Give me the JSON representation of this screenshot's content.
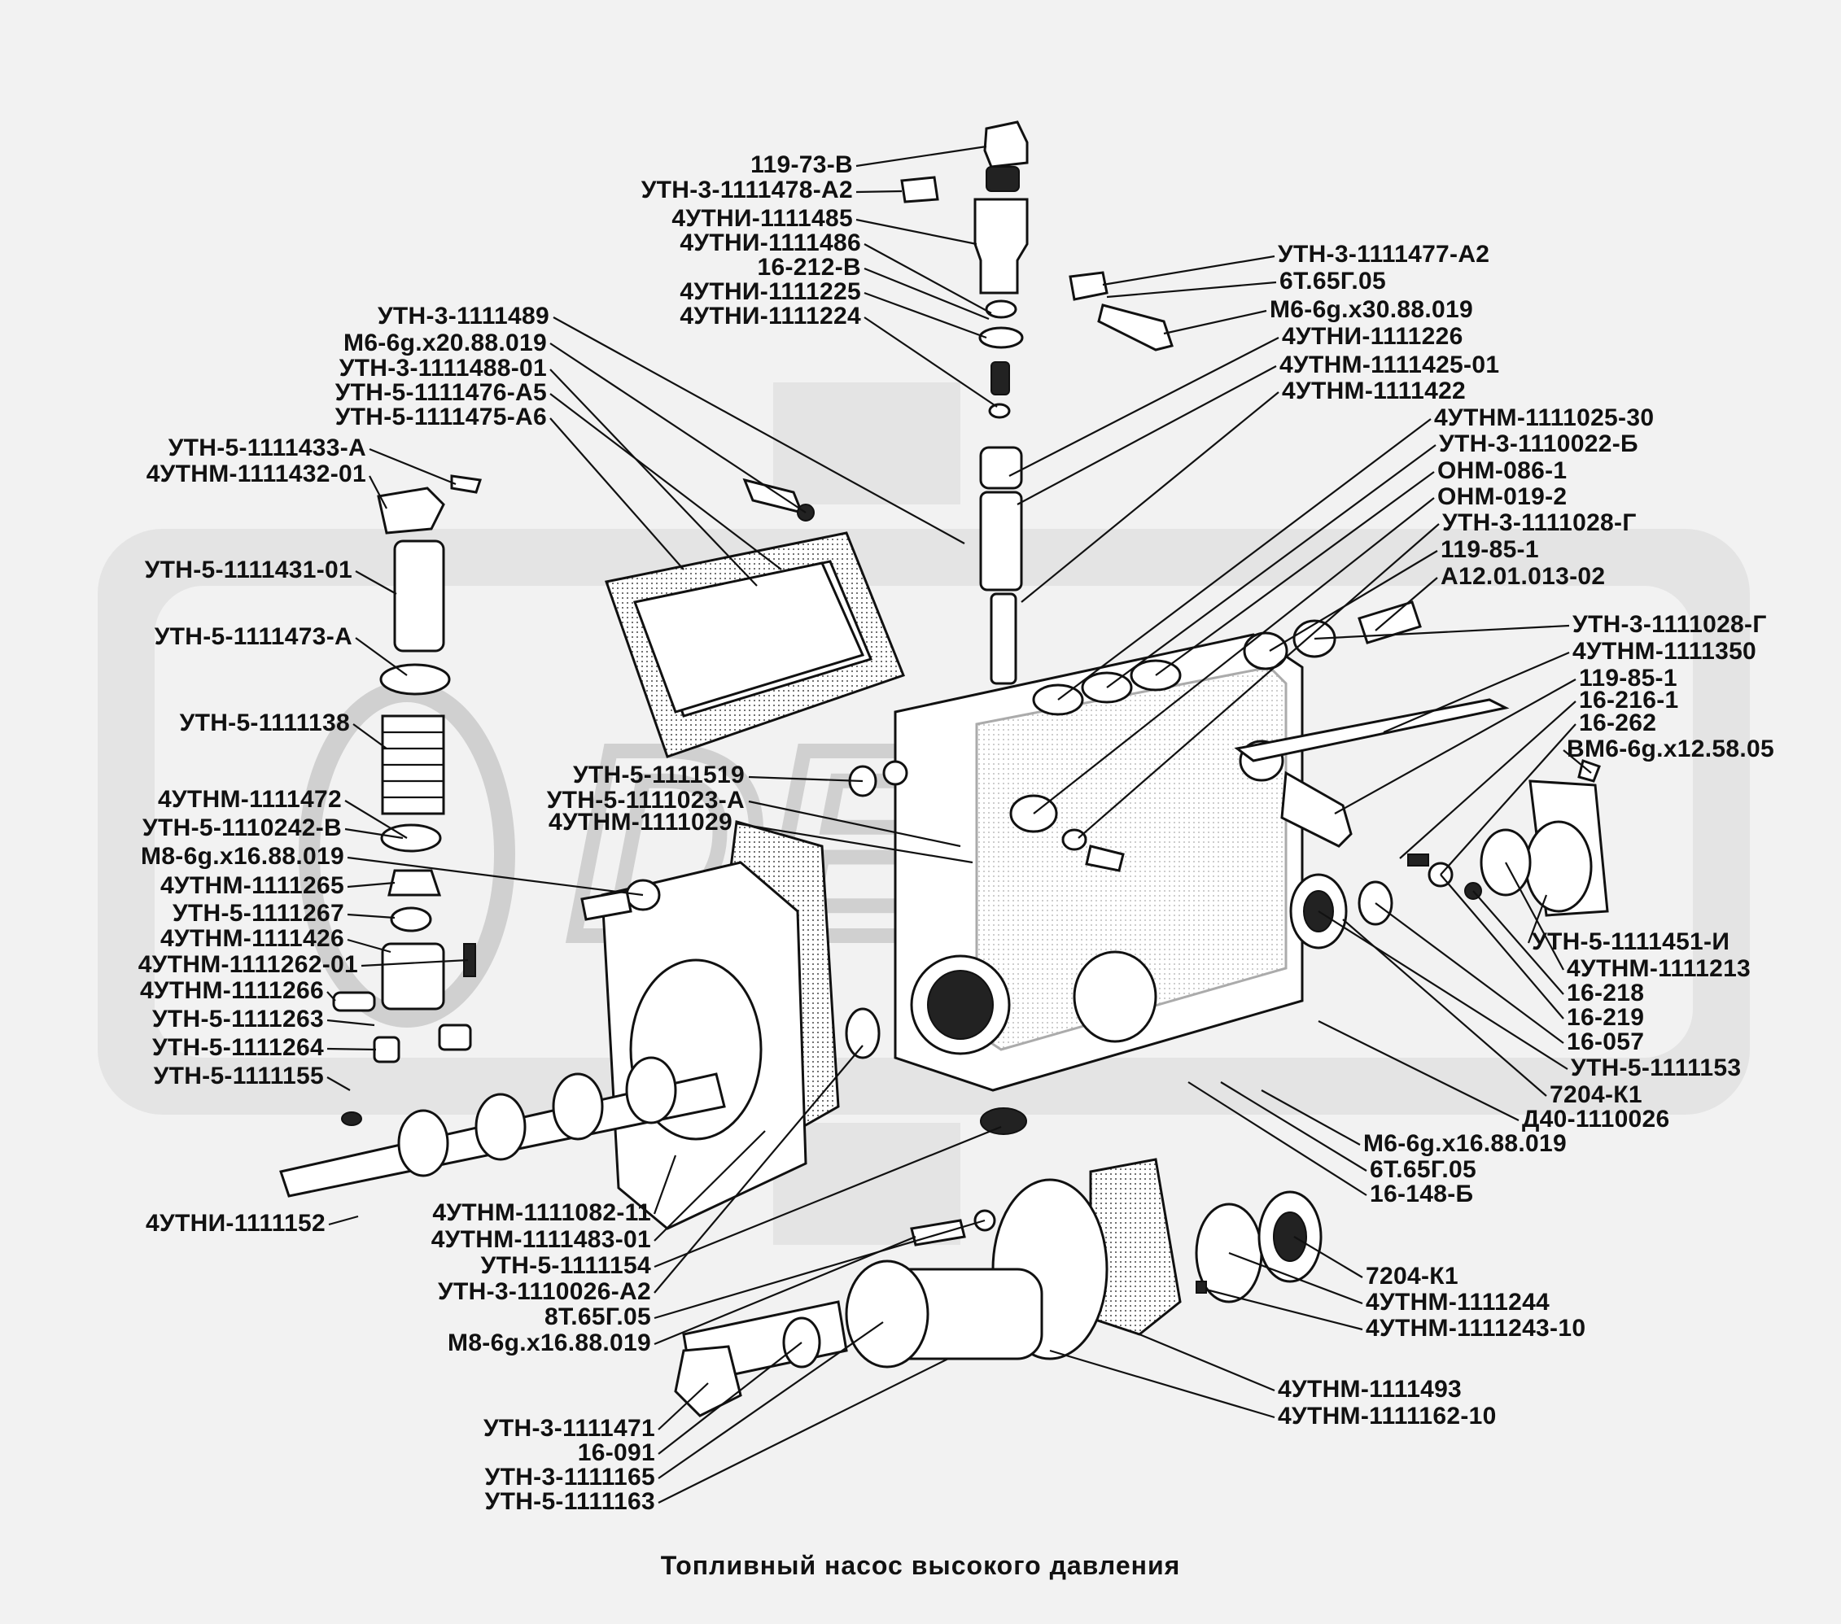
{
  "caption": "Топливный насос высокого давления",
  "labels_left_top": [
    "119-73-В",
    "УТН-3-1111478-А2",
    "4УТНИ-1111485",
    "4УТНИ-1111486",
    "16-212-В",
    "4УТНИ-1111225",
    "4УТНИ-1111224"
  ],
  "labels_left_mid": [
    "УТН-3-1111489",
    "М6-6g.x20.88.019",
    "УТН-3-1111488-01",
    "УТН-5-1111476-А5",
    "УТН-5-1111475-А6"
  ],
  "labels_left_col": [
    "УТН-5-1111433-А",
    "4УТНМ-1111432-01",
    "УТН-5-1111431-01",
    "УТН-5-1111473-А",
    "УТН-5-1111138",
    "4УТНМ-1111472",
    "УТН-5-1110242-В",
    "М8-6g.x16.88.019",
    "4УТНМ-1111265",
    "УТН-5-1111267",
    "4УТНМ-1111426",
    "4УТНМ-1111262-01",
    "4УТНМ-1111266",
    "УТН-5-1111263",
    "УТН-5-1111264",
    "УТН-5-1111155"
  ],
  "labels_center": [
    "УТН-5-1111519",
    "УТН-5-1111023-А",
    "4УТНМ-1111029"
  ],
  "labels_right_top": [
    "УТН-3-1111477-А2",
    "6Т.65Г.05",
    "М6-6g.x30.88.019",
    "4УТНИ-1111226",
    "4УТНМ-1111425-01",
    "4УТНМ-1111422",
    "4УТНМ-1111025-30",
    "УТН-3-1110022-Б",
    "ОНМ-086-1",
    "ОНМ-019-2",
    "УТН-3-1111028-Г",
    "119-85-1",
    "А12.01.013-02"
  ],
  "labels_right_col": [
    "УТН-3-1111028-Г",
    "4УТНМ-1111350",
    "119-85-1",
    "16-216-1",
    "16-262",
    "ВМ6-6g.x12.58.05",
    "УТН-5-1111451-И",
    "4УТНМ-1111213",
    "16-218",
    "16-219",
    "16-057",
    "УТН-5-1111153",
    "7204-К1",
    "Д40-1110026",
    "М6-6g.x16.88.019",
    "6Т.65Г.05",
    "16-148-Б"
  ],
  "labels_bottom_left": [
    "4УТНИ-1111152",
    "4УТНМ-1111082-11",
    "4УТНМ-1111483-01",
    "УТН-5-1111154",
    "УТН-3-1110026-А2",
    "8Т.65Г.05",
    "М8-6g.x16.88.019",
    "УТН-3-1111471",
    "16-091",
    "УТН-3-1111165",
    "УТН-5-1111163"
  ],
  "labels_bottom_right": [
    "7204-К1",
    "4УТНМ-1111244",
    "4УТНМ-1111243-10",
    "4УТНМ-1111493",
    "4УТНМ-1111162-10"
  ]
}
